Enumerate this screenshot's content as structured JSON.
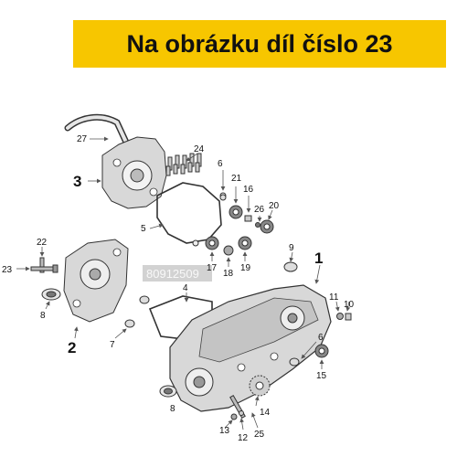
{
  "banner": {
    "title": "Na obrázku díl číslo 23"
  },
  "watermark": "80912509",
  "labels": {
    "p1": "1",
    "p2": "2",
    "p3": "3",
    "p4": "4",
    "p5": "5",
    "p6": "6",
    "p7": "7",
    "p8": "8",
    "p9": "9",
    "p10": "10",
    "p11": "11",
    "p12": "12",
    "p13": "13",
    "p14": "14",
    "p15": "15",
    "p16": "16",
    "p17": "17",
    "p18": "18",
    "p19": "19",
    "p20": "20",
    "p21": "21",
    "p22": "22",
    "p23": "23",
    "p24": "24",
    "p25": "25",
    "p26": "26",
    "p27": "27"
  },
  "colors": {
    "banner": "#f7c600",
    "part_fill": "#d8d8d8",
    "line": "#333333",
    "leader": "#555555"
  }
}
